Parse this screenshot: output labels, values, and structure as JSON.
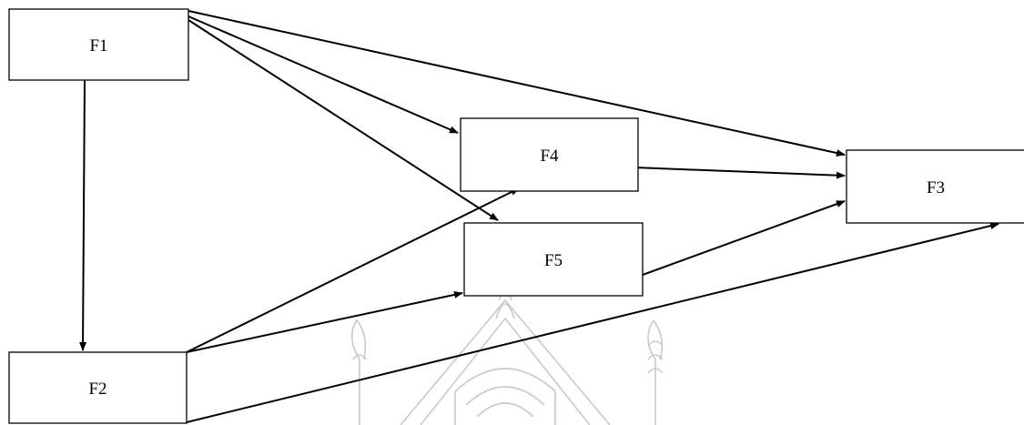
{
  "diagram": {
    "nodes": [
      {
        "id": "F1",
        "label": "F1"
      },
      {
        "id": "F2",
        "label": "F2"
      },
      {
        "id": "F3",
        "label": "F3"
      },
      {
        "id": "F4",
        "label": "F4"
      },
      {
        "id": "F5",
        "label": "F5"
      }
    ],
    "edges": [
      {
        "from": "F1",
        "to": "F2"
      },
      {
        "from": "F1",
        "to": "F3"
      },
      {
        "from": "F1",
        "to": "F4"
      },
      {
        "from": "F1",
        "to": "F5"
      },
      {
        "from": "F2",
        "to": "F4"
      },
      {
        "from": "F2",
        "to": "F5"
      },
      {
        "from": "F2",
        "to": "F3"
      },
      {
        "from": "F4",
        "to": "F3"
      },
      {
        "from": "F5",
        "to": "F3"
      }
    ]
  },
  "colors": {
    "stroke": "#000000",
    "background": "#ffffff",
    "watermark": "#c9c9c9"
  },
  "watermark": {
    "icon": "university-seal-icon"
  }
}
